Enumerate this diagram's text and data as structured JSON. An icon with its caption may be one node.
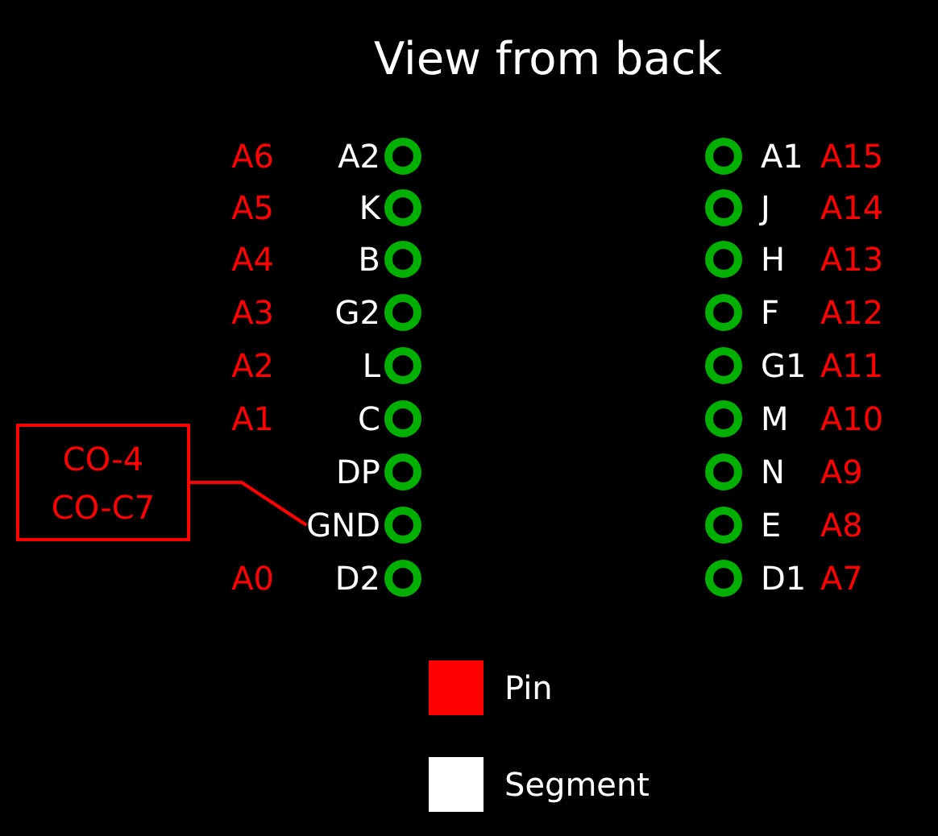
{
  "diagram": {
    "title": "View from back",
    "nodes": [
      {
        "text": [
          "CO-4",
          "CO-C7"
        ]
      },
      {
        "text": [
          "GND"
        ]
      }
    ],
    "edges": [
      {
        "from": 0,
        "to": 1,
        "arrow": "none"
      }
    ],
    "labels": [
      "A6",
      "A2",
      "A1",
      "A15",
      "A5",
      "K",
      "J",
      "A14",
      "A4",
      "B",
      "H",
      "A13",
      "A3",
      "G2",
      "F",
      "A12",
      "A2",
      "L",
      "G1",
      "A11",
      "A1",
      "C",
      "M",
      "A10",
      "DP",
      "N",
      "A9",
      "E",
      "A8",
      "A0",
      "D2",
      "D1",
      "A7"
    ],
    "legend": [
      {
        "text": "Pin",
        "color": "#ff0000"
      },
      {
        "text": "Segment",
        "color": "#ffffff"
      }
    ]
  }
}
